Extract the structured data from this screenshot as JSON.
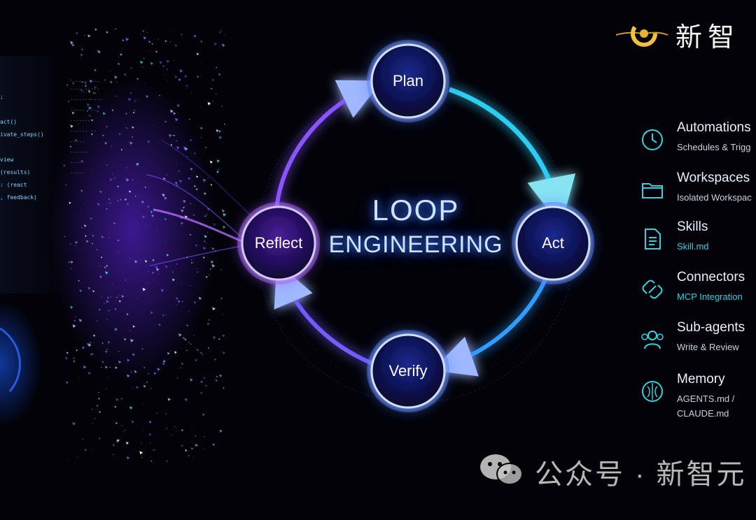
{
  "brand": {
    "name": "新智"
  },
  "diagram": {
    "title_line1": "LOOP",
    "title_line2": "ENGINEERING",
    "nodes": [
      {
        "id": "plan",
        "label": "Plan"
      },
      {
        "id": "act",
        "label": "Act"
      },
      {
        "id": "verify",
        "label": "Verify"
      },
      {
        "id": "reflect",
        "label": "Reflect"
      }
    ]
  },
  "features": [
    {
      "title": "Automations",
      "subtitle": "Schedules & Trigg",
      "icon": "clock-icon",
      "accent": false
    },
    {
      "title": "Workspaces",
      "subtitle": "Isolated Workspac",
      "icon": "folder-icon",
      "accent": false
    },
    {
      "title": "Skills",
      "subtitle": "Skill.md",
      "icon": "document-icon",
      "accent": true
    },
    {
      "title": "Connectors",
      "subtitle": "MCP Integration",
      "icon": "link-icon",
      "accent": true
    },
    {
      "title": "Sub-agents",
      "subtitle": "Write & Review",
      "icon": "users-icon",
      "accent": false
    },
    {
      "title": "Memory",
      "subtitle": "AGENTS.md /",
      "subtitle2": "CLAUDE.md",
      "icon": "brain-icon",
      "accent": false
    }
  ],
  "code_snippets": {
    "left": [
      ";",
      "",
      "act()",
      "ivate_steps()",
      "",
      "view",
      "(results)",
      ": (react",
      ", feedback)"
    ],
    "mid": [
      "._____ ___",
      "----_-----",
      "-----------",
      "-----  --",
      "--------",
      "------ --",
      "-----",
      "------",
      "-----",
      "-----"
    ]
  },
  "watermark": {
    "text": "公众号 · 新智元"
  },
  "colors": {
    "ring_blue": "#3d6bff",
    "ring_cyan": "#2fd8ff",
    "ring_purple": "#9a4dff",
    "accent_teal": "#2fd3e0"
  }
}
